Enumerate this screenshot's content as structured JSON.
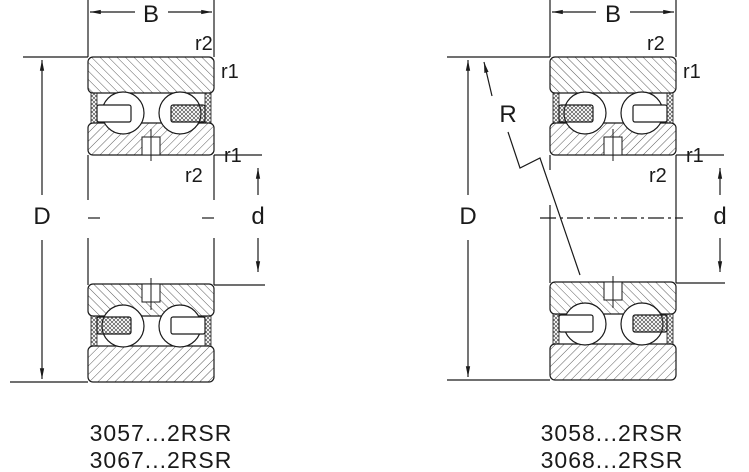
{
  "colors": {
    "ink": "#1a1a1a",
    "background": "#ffffff"
  },
  "left_bearing": {
    "width_label": "B",
    "outer_diameter_label": "D",
    "bore_label": "d",
    "chamfer_labels": {
      "r2_top": "r2",
      "r1_top": "r1",
      "r1_bottom": "r1",
      "r2_bottom": "r2"
    },
    "captions": [
      "3057...2RSR",
      "3067...2RSR"
    ]
  },
  "right_bearing": {
    "width_label": "B",
    "outer_diameter_label": "D",
    "bore_label": "d",
    "radius_label": "R",
    "chamfer_labels": {
      "r2_top": "r2",
      "r1_top": "r1",
      "r1_bottom": "r1",
      "r2_bottom": "r2"
    },
    "captions": [
      "3058...2RSR",
      "3068...2RSR"
    ]
  }
}
